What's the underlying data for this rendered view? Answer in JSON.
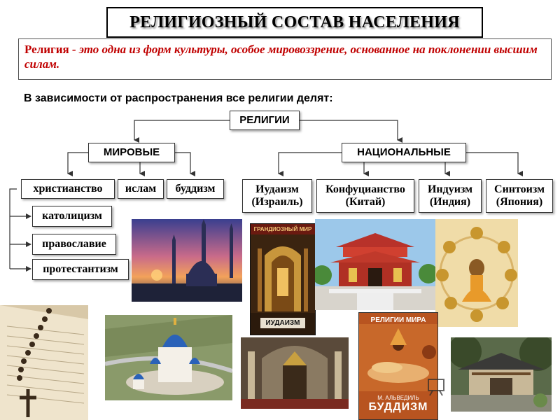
{
  "title": "РЕЛИГИОЗНЫЙ СОСТАВ НАСЕЛЕНИЯ",
  "definition": {
    "term": "Религия",
    "text": " - это одна из форм культуры, особое мировоззрение, основанное на поклонении высшим силам."
  },
  "subtitle": "В зависимости от распространения все религии делят:",
  "tree": {
    "root": "РЕЛИГИИ",
    "world": {
      "label": "МИРОВЫЕ",
      "items": [
        "христианство",
        "ислам",
        "буддизм"
      ],
      "christianity_branches": [
        "католицизм",
        "православие",
        "протестантизм"
      ]
    },
    "national": {
      "label": "НАЦИОНАЛЬНЫЕ",
      "items": [
        {
          "name": "Иудаизм",
          "country": "(Израиль)"
        },
        {
          "name": "Конфуцианство",
          "country": "(Китай)"
        },
        {
          "name": "Индуизм",
          "country": "(Индия)"
        },
        {
          "name": "Синтоизм",
          "country": "(Япония)"
        }
      ]
    }
  },
  "book_covers": {
    "judaism_top": "ГРАНДИОЗНЫЙ МИР",
    "judaism_bottom": "ИУДАИЗМ",
    "buddhism_top": "РЕЛИГИИ МИРА",
    "buddhism_author": "М. АЛЬВЕДИЛЬ",
    "buddhism_bottom": "БУДДИЗМ"
  },
  "colors": {
    "definition_text": "#c00000",
    "border": "#333333"
  }
}
